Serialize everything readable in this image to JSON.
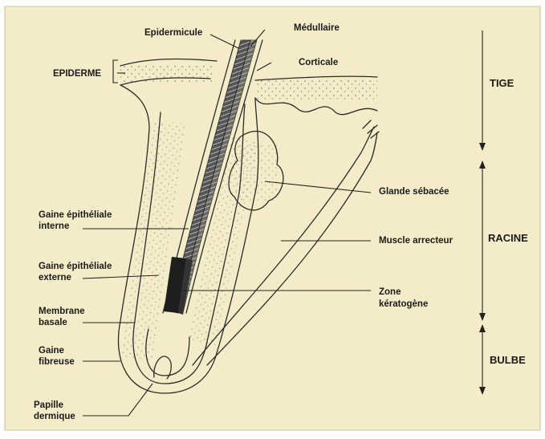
{
  "figure": {
    "background": "#f4ecc8",
    "ink": "#1a1a1a",
    "labels": {
      "epidermicule": "Epidermicule",
      "medullaire": "Médullaire",
      "corticale": "Corticale",
      "epiderme": "EPIDERME",
      "glande_sebacee": "Glande sébacée",
      "gaine_epi_interne_1": "Gaine épithéliale",
      "gaine_epi_interne_2": "interne",
      "muscle_arrecteur": "Muscle arrecteur",
      "gaine_epi_externe_1": "Gaine épithéliale",
      "gaine_epi_externe_2": "externe",
      "zone_1": "Zone",
      "zone_2": "kératogène",
      "membrane_1": "Membrane",
      "membrane_2": "basale",
      "gaine_fib_1": "Gaine",
      "gaine_fib_2": "fibreuse",
      "papille_1": "Papille",
      "papille_2": "dermique"
    },
    "sections": {
      "tige": "TIGE",
      "racine": "RACINE",
      "bulbe": "BULBE"
    }
  }
}
